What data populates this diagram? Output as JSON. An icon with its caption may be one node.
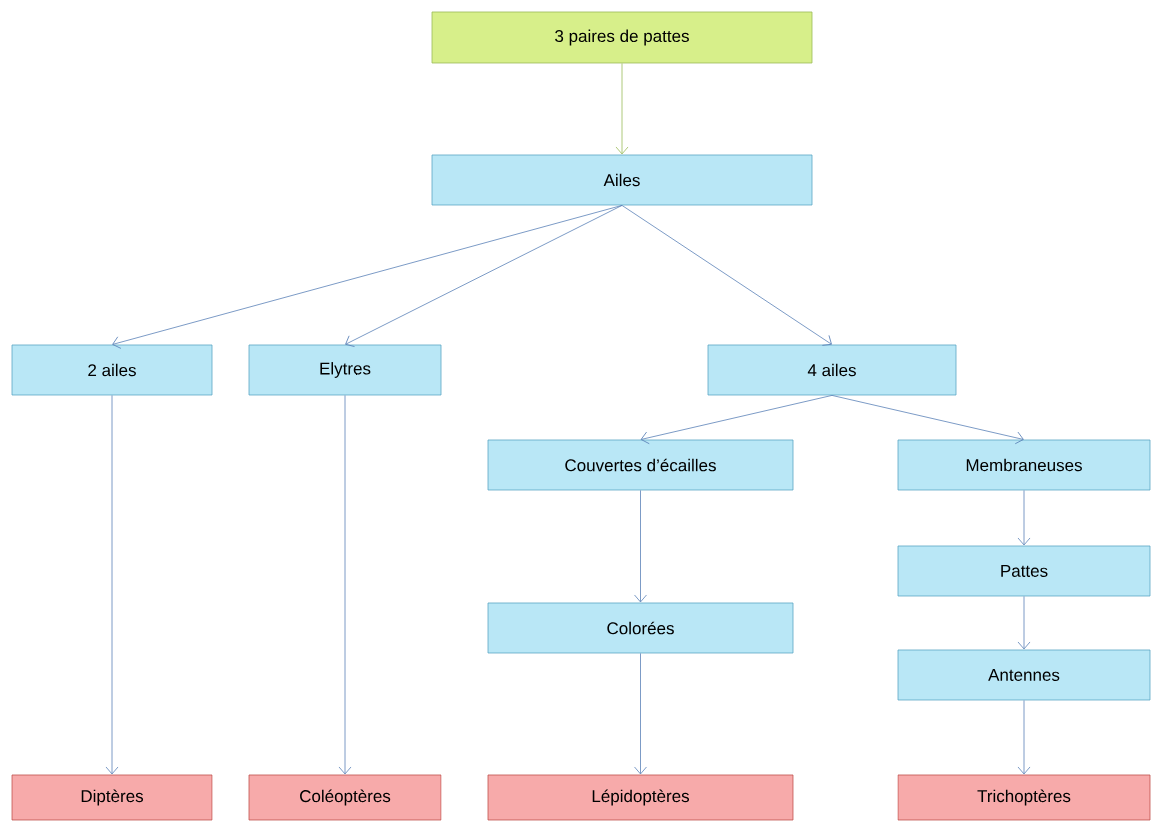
{
  "diagram": {
    "nodes": [
      {
        "text": [
          "3 paires de pattes"
        ]
      },
      {
        "text": [
          "Ailes"
        ]
      },
      {
        "text": [
          "2 ailes"
        ]
      },
      {
        "text": [
          "Elytres"
        ]
      },
      {
        "text": [
          "4 ailes"
        ]
      },
      {
        "text": [
          "Couvertes d’écailles"
        ]
      },
      {
        "text": [
          "Membraneuses"
        ]
      },
      {
        "text": [
          "Colorées"
        ]
      },
      {
        "text": [
          "Pattes"
        ]
      },
      {
        "text": [
          "Antennes"
        ]
      },
      {
        "text": [
          "Diptères"
        ]
      },
      {
        "text": [
          "Coléoptères"
        ]
      },
      {
        "text": [
          "Lépidoptères"
        ]
      },
      {
        "text": [
          "Trichoptères"
        ]
      }
    ],
    "edges": [
      {
        "from": 0,
        "to": 1,
        "arrow": "to",
        "color": "#9bbb59"
      },
      {
        "from": 1,
        "to": 2,
        "arrow": "to"
      },
      {
        "from": 1,
        "to": 3,
        "arrow": "to"
      },
      {
        "from": 1,
        "to": 4,
        "arrow": "to"
      },
      {
        "from": 4,
        "to": 5,
        "arrow": "to"
      },
      {
        "from": 4,
        "to": 6,
        "arrow": "to"
      },
      {
        "from": 2,
        "to": 10,
        "arrow": "to"
      },
      {
        "from": 3,
        "to": 11,
        "arrow": "to"
      },
      {
        "from": 5,
        "to": 7,
        "arrow": "to"
      },
      {
        "from": 7,
        "to": 12,
        "arrow": "to"
      },
      {
        "from": 6,
        "to": 8,
        "arrow": "to"
      },
      {
        "from": 8,
        "to": 9,
        "arrow": "to"
      },
      {
        "from": 9,
        "to": 13,
        "arrow": "to"
      }
    ]
  }
}
